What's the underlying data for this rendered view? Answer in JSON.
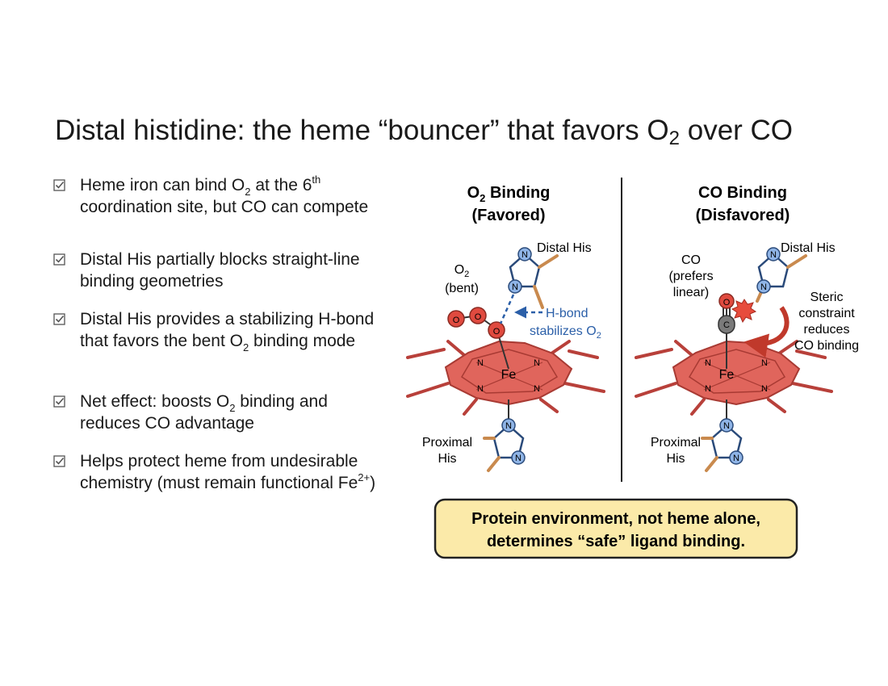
{
  "slide": {
    "title": {
      "main": "Distal histidine: the heme “bouncer” that favors O",
      "sub": "2",
      "tail": " over CO"
    },
    "bullets": [
      {
        "parts": [
          {
            "t": "Heme iron can bind O"
          },
          {
            "t": "2",
            "sub": true
          },
          {
            "t": " at the 6"
          },
          {
            "t": "th",
            "sup": true
          },
          {
            "t": " coordination site, but CO can compete"
          }
        ]
      },
      {
        "parts": [
          {
            "t": "Distal His partially blocks straight-line binding geometries"
          }
        ]
      },
      {
        "parts": [
          {
            "t": "Distal His provides a stabilizing H-bond that favors the bent O"
          },
          {
            "t": "2",
            "sub": true
          },
          {
            "t": " binding mode"
          }
        ]
      },
      {
        "parts": [
          {
            "t": "Net effect: boosts O"
          },
          {
            "t": "2",
            "sub": true
          },
          {
            "t": " binding and reduces CO advantage"
          }
        ]
      },
      {
        "parts": [
          {
            "t": "Helps protect heme from undesirable chemistry (must remain functional Fe"
          },
          {
            "t": "2+",
            "sup": true
          },
          {
            "t": ")"
          }
        ]
      }
    ]
  },
  "diagram": {
    "left": {
      "heading_prefix": "O",
      "heading_sub": "2",
      "heading_suffix": " Binding",
      "heading_state": "(Favored)",
      "ligand_label": "O",
      "ligand_label_sub": "2",
      "ligand_state": "(bent)",
      "distal_label": "Distal His",
      "hbond_line1": "H-bond",
      "hbond_line2_prefix": "stabilizes O",
      "hbond_line2_sub": "2",
      "proximal_line1": "Proximal",
      "proximal_line2": "His",
      "fe": "Fe",
      "n": "N",
      "o": "O"
    },
    "right": {
      "heading": "CO Binding",
      "heading_state": "(Disfavored)",
      "ligand_line1": "CO",
      "ligand_line2": "(prefers",
      "ligand_line3": "linear)",
      "distal_label": "Distal His",
      "steric_line1": "Steric",
      "steric_line2": "constraint",
      "steric_line3": "reduces",
      "steric_line4": "CO binding",
      "proximal_line1": "Proximal",
      "proximal_line2": "His",
      "fe": "Fe",
      "n": "N",
      "o": "O",
      "c": "C"
    },
    "callout": {
      "line1": "Protein environment, not heme alone,",
      "line2": "determines “safe” ligand binding."
    },
    "colors": {
      "heme": "#e0655c",
      "heme_dark": "#b8403a",
      "imidazole_carbon": "#c98a4e",
      "nitrogen": "#8fb4e6",
      "oxygen": "#e04a3f",
      "carbon": "#7a7a7a",
      "hbond": "#2b5fa8",
      "callout_bg": "#fbeaa9"
    }
  }
}
